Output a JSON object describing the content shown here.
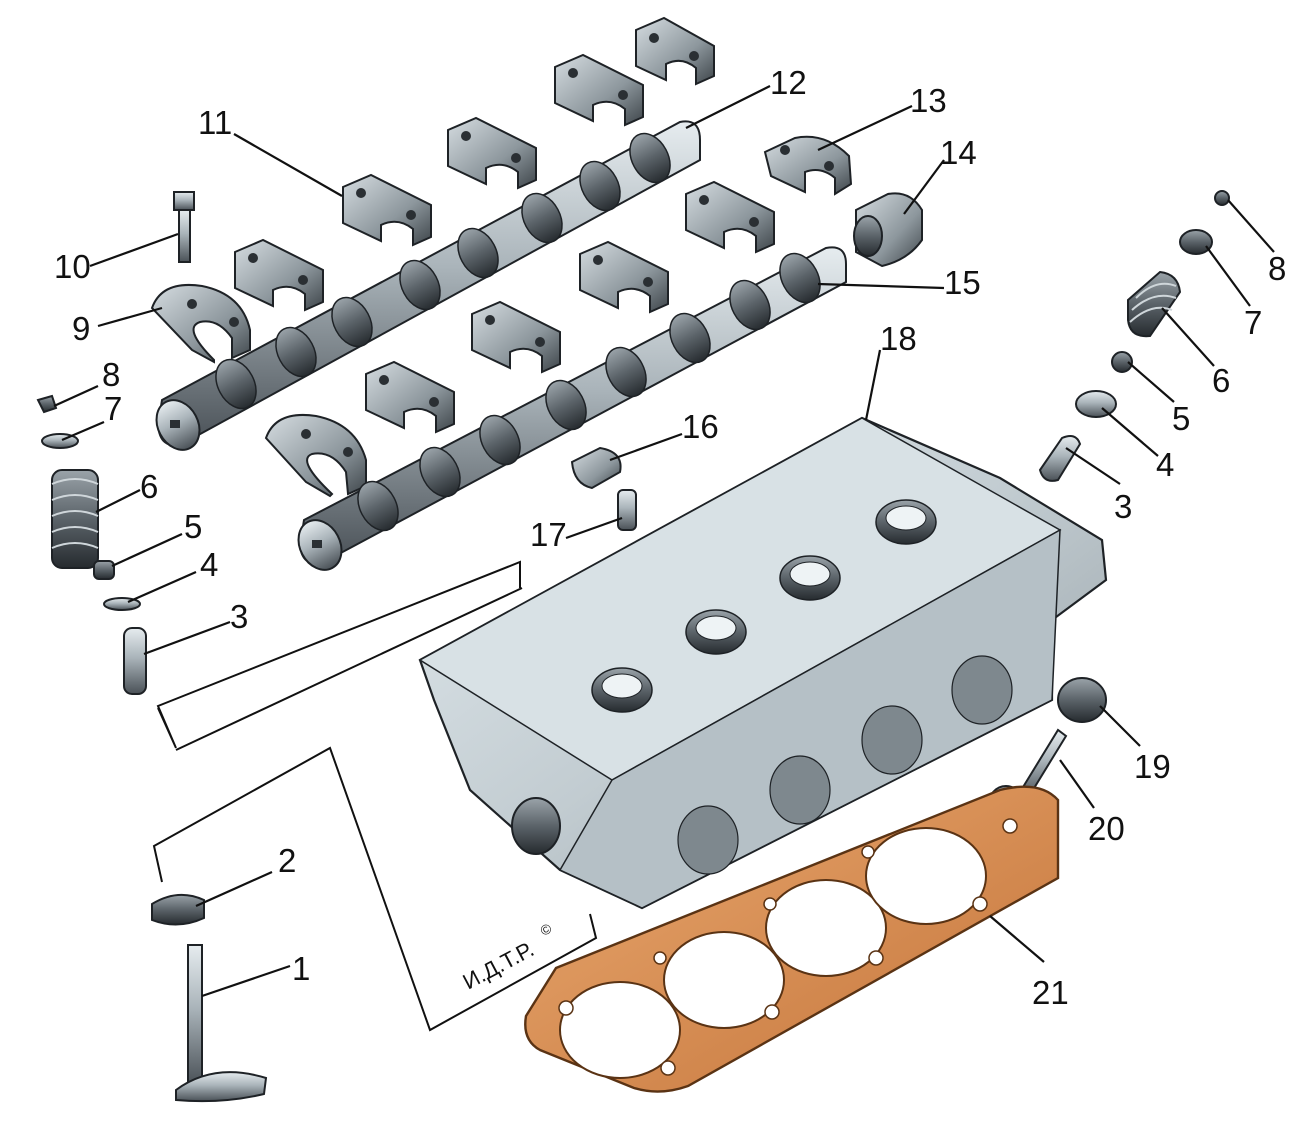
{
  "watermark": {
    "text": "И.Д.Т.Р.",
    "mark": "©"
  },
  "callouts": [
    {
      "num": "1"
    },
    {
      "num": "2"
    },
    {
      "num": "3"
    },
    {
      "num": "4"
    },
    {
      "num": "5"
    },
    {
      "num": "6"
    },
    {
      "num": "7"
    },
    {
      "num": "8"
    },
    {
      "num": "9"
    },
    {
      "num": "10"
    },
    {
      "num": "11"
    },
    {
      "num": "12"
    },
    {
      "num": "13"
    },
    {
      "num": "14"
    },
    {
      "num": "15"
    },
    {
      "num": "16"
    },
    {
      "num": "17"
    },
    {
      "num": "18"
    },
    {
      "num": "3"
    },
    {
      "num": "4"
    },
    {
      "num": "5"
    },
    {
      "num": "6"
    },
    {
      "num": "7"
    },
    {
      "num": "8"
    },
    {
      "num": "19"
    },
    {
      "num": "20"
    },
    {
      "num": "21"
    }
  ],
  "colors": {
    "line": "#111111",
    "metal": "#b9c2c8",
    "head": "#cdd7dc",
    "gasket": "#d98a4a",
    "gasket_edge": "#5a3314"
  }
}
